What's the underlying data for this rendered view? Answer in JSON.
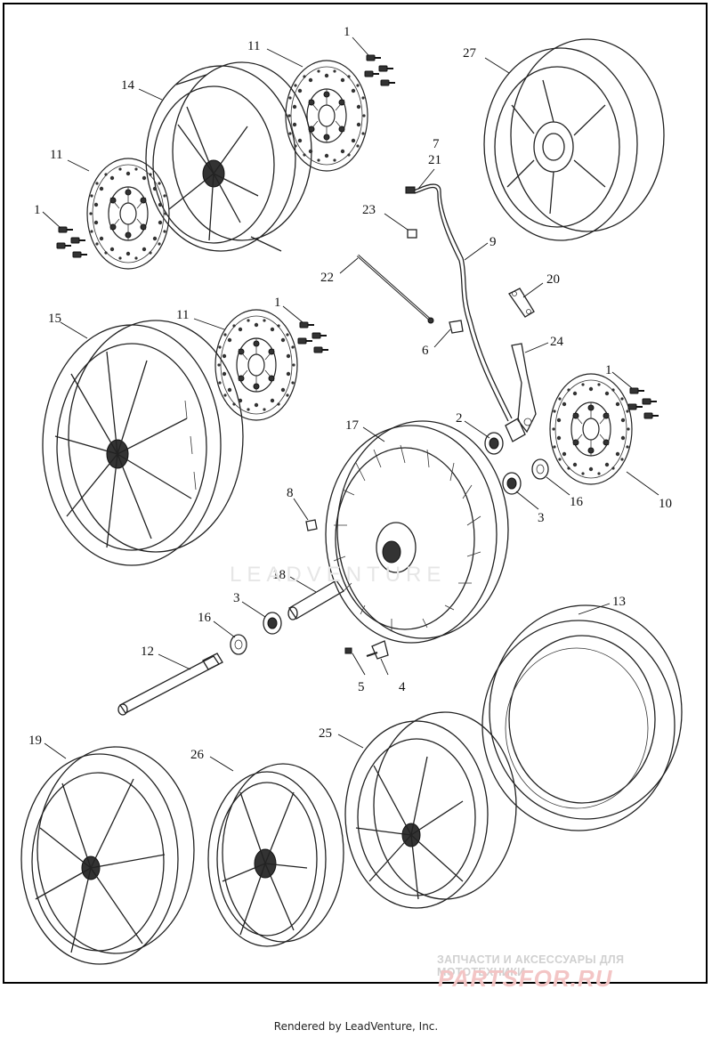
{
  "callouts": [
    {
      "id": "c1a",
      "label": "1"
    },
    {
      "id": "c11a",
      "label": "11"
    },
    {
      "id": "c14",
      "label": "14"
    },
    {
      "id": "c27",
      "label": "27"
    },
    {
      "id": "c7",
      "label": "7"
    },
    {
      "id": "c21",
      "label": "21"
    },
    {
      "id": "c11b",
      "label": "11"
    },
    {
      "id": "c1b",
      "label": "1"
    },
    {
      "id": "c23",
      "label": "23"
    },
    {
      "id": "c9",
      "label": "9"
    },
    {
      "id": "c22",
      "label": "22"
    },
    {
      "id": "c20",
      "label": "20"
    },
    {
      "id": "c15",
      "label": "15"
    },
    {
      "id": "c11c",
      "label": "11"
    },
    {
      "id": "c1c",
      "label": "1"
    },
    {
      "id": "c6",
      "label": "6"
    },
    {
      "id": "c24",
      "label": "24"
    },
    {
      "id": "c1d",
      "label": "1"
    },
    {
      "id": "c2",
      "label": "2"
    },
    {
      "id": "c17",
      "label": "17"
    },
    {
      "id": "c8",
      "label": "8"
    },
    {
      "id": "c3a",
      "label": "3"
    },
    {
      "id": "c16a",
      "label": "16"
    },
    {
      "id": "c10",
      "label": "10"
    },
    {
      "id": "c18",
      "label": "18"
    },
    {
      "id": "c13",
      "label": "13"
    },
    {
      "id": "c3b",
      "label": "3"
    },
    {
      "id": "c16b",
      "label": "16"
    },
    {
      "id": "c12",
      "label": "12"
    },
    {
      "id": "c5",
      "label": "5"
    },
    {
      "id": "c4",
      "label": "4"
    },
    {
      "id": "c19",
      "label": "19"
    },
    {
      "id": "c26",
      "label": "26"
    },
    {
      "id": "c25",
      "label": "25"
    }
  ],
  "watermark_center": "LEADVENTURE",
  "watermark_ru_line": "ЗАПЧАСТИ И АКСЕССУАРЫ ДЛЯ МОТОТЕХНИКИ",
  "watermark_logo": "PARTSFOR.RU",
  "footer_text": "Rendered by LeadVenture, Inc.",
  "colors": {
    "line": "#222222",
    "watermark_red": "#f3c5c5",
    "watermark_gray": "#d0d0d0"
  }
}
